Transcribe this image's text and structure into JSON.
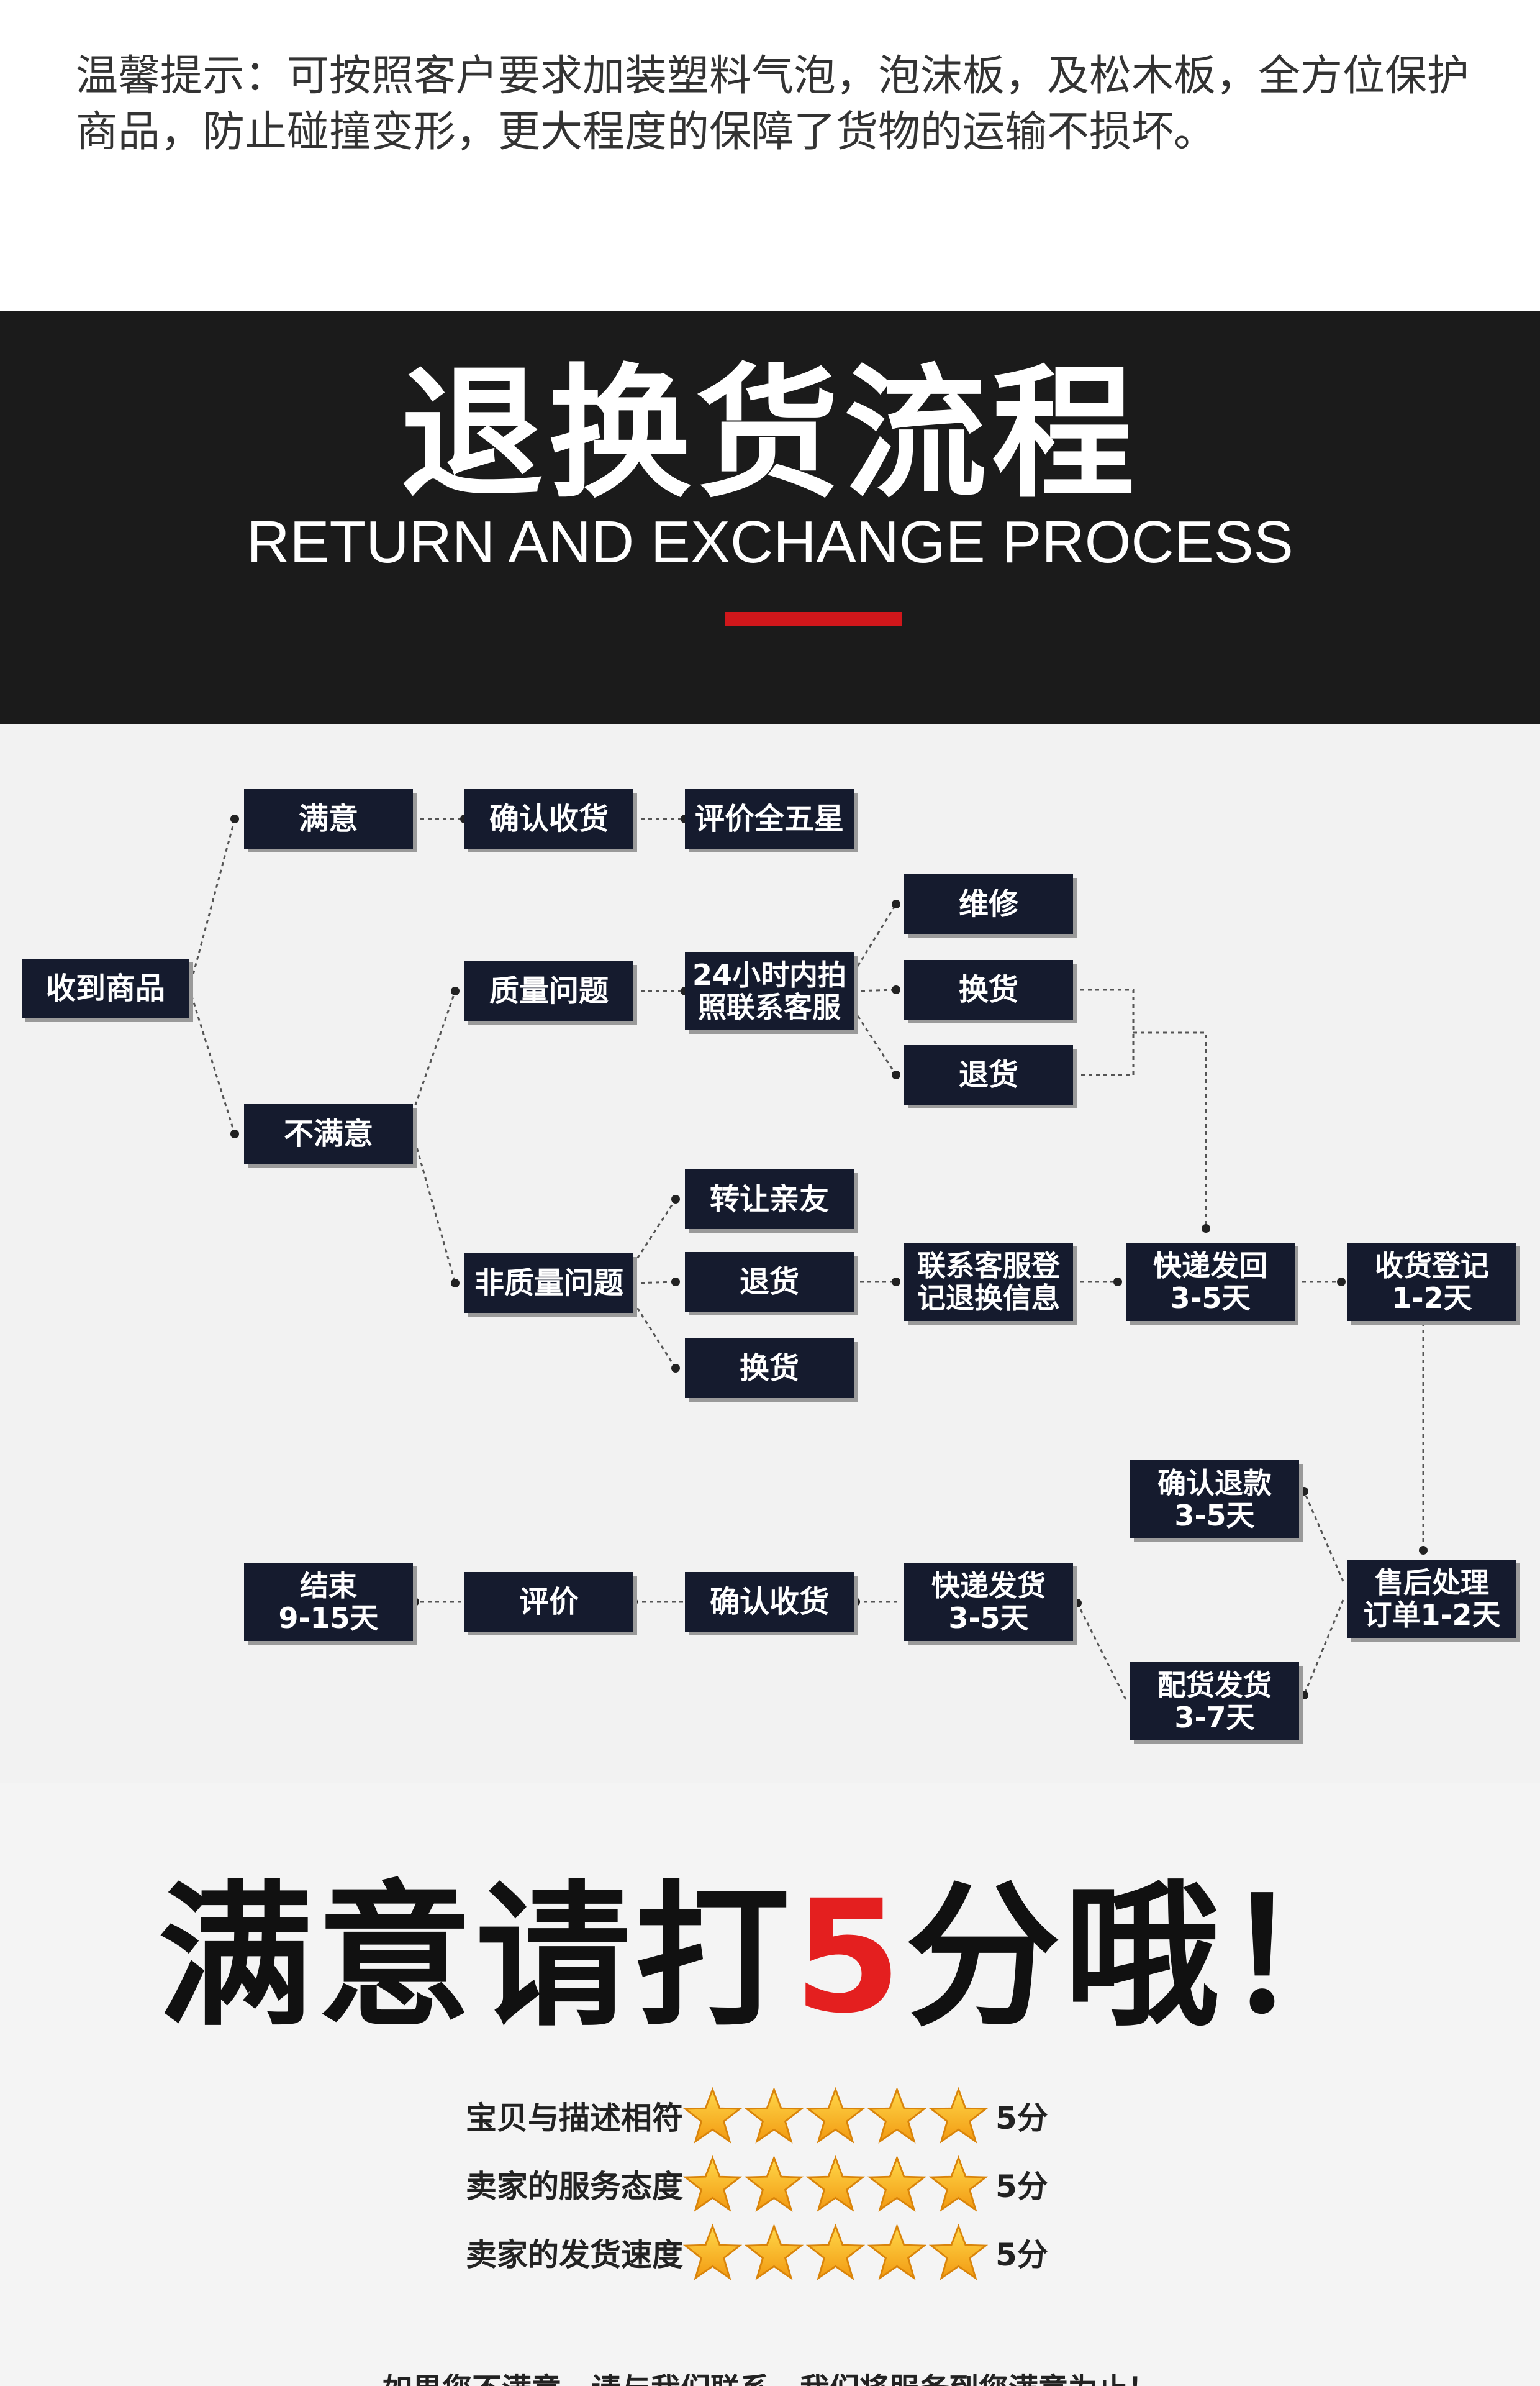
{
  "notice": {
    "text": "温馨提示：可按照客户要求加装塑料气泡，泡沫板，及松木板，全方位保护商品，防止碰撞变形，更大程度的保障了货物的运输不损坏。"
  },
  "banner": {
    "title": "退换货流程",
    "subtitle": "RETURN AND EXCHANGE PROCESS",
    "accent_color": "#d0171b"
  },
  "flow": {
    "receive": "收到商品",
    "satisfied": "满意",
    "confirm_receipt_top": "确认收货",
    "five_star": "评价全五星",
    "unsatisfied": "不满意",
    "quality_issue": "质量问题",
    "photo_contact": "24小时内拍\n照联系客服",
    "repair": "维修",
    "exchange_q": "换货",
    "return_q": "退货",
    "non_quality_issue": "非质量问题",
    "transfer": "转让亲友",
    "return_n": "退货",
    "exchange_n": "换货",
    "register_info": "联系客服登\n记退换信息",
    "ship_back": "快递发回\n3-5天",
    "receipt_register": "收货登记\n1-2天",
    "confirm_refund": "确认退款\n3-5天",
    "after_sales": "售后处理\n订单1-2天",
    "reship": "配货发货\n3-7天",
    "express_ship": "快递发货\n3-5天",
    "confirm_receipt_bottom": "确认收货",
    "review": "评价",
    "end": "结束\n9-15天",
    "node_color": "#151b2e"
  },
  "rating": {
    "title_before": "满意请打",
    "title_highlight": "5",
    "title_after": "分哦！",
    "highlight_color": "#e41f1f",
    "rows": [
      {
        "label": "宝贝与描述相符",
        "stars": 5,
        "score": "5分"
      },
      {
        "label": "卖家的服务态度",
        "stars": 5,
        "score": "5分"
      },
      {
        "label": "卖家的发货速度",
        "stars": 5,
        "score": "5分"
      }
    ],
    "footer": "如果您不满意，请与我们联系，我们将服务到您满意为止！"
  }
}
